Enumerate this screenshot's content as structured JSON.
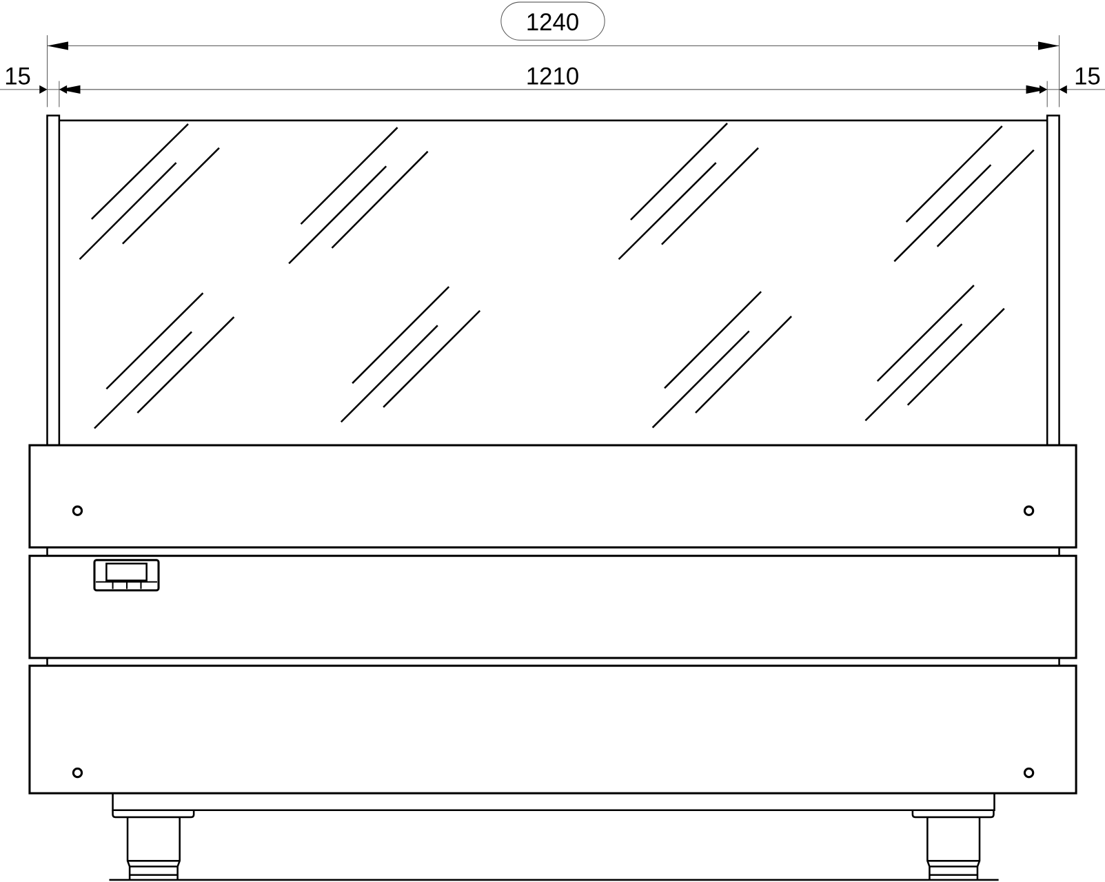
{
  "drawing": {
    "dimensions": {
      "overall_width": "1240",
      "inner_width": "1210",
      "left_post": "15",
      "right_post": "15"
    },
    "colors": {
      "line": "#000000",
      "dimension_line": "#555555",
      "background": "#ffffff"
    }
  }
}
